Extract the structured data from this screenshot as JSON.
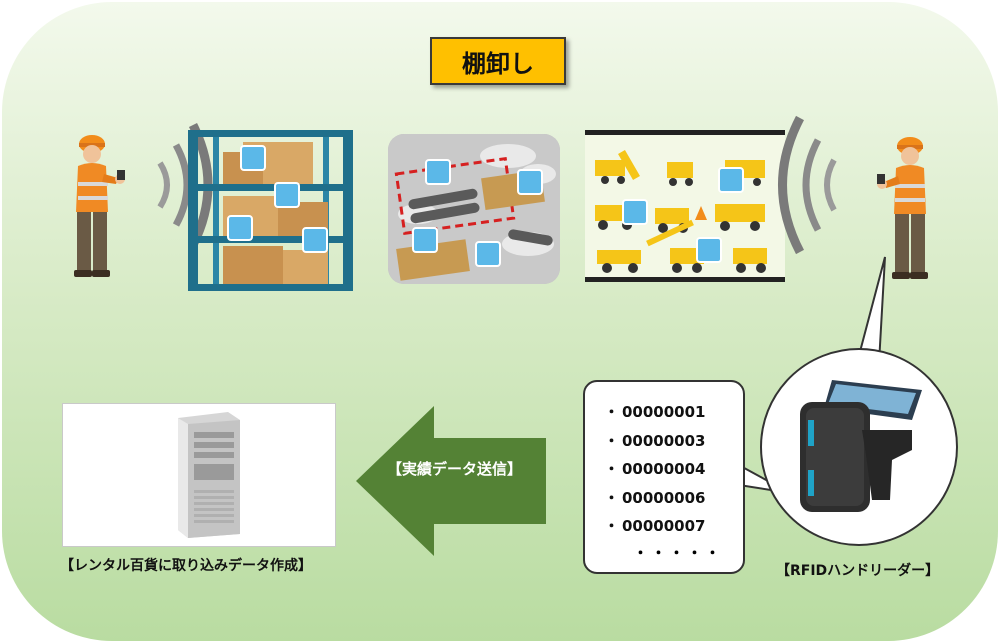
{
  "title": "棚卸し",
  "scenes": {
    "warehouse_rack": "shelf-with-rfid-boxes",
    "materials_yard": "pipes-and-lumber-with-tags",
    "equipment_yard": "construction-machinery-with-tags"
  },
  "rfid_ids": [
    "00000001",
    "00000003",
    "00000004",
    "00000006",
    "00000007"
  ],
  "rfid_more": "・・・・・",
  "bullet": "・",
  "reader_label": "【RFIDハンドリーダー】",
  "arrow_label": "【実績データ送信】",
  "server_label": "【レンタル百貨に取り込みデータ作成】",
  "colors": {
    "title_bg": "#ffc000",
    "arrow": "#548235",
    "tag": "#5bb8e8",
    "rack": "#1f6f8b",
    "vest": "#f08a24"
  }
}
